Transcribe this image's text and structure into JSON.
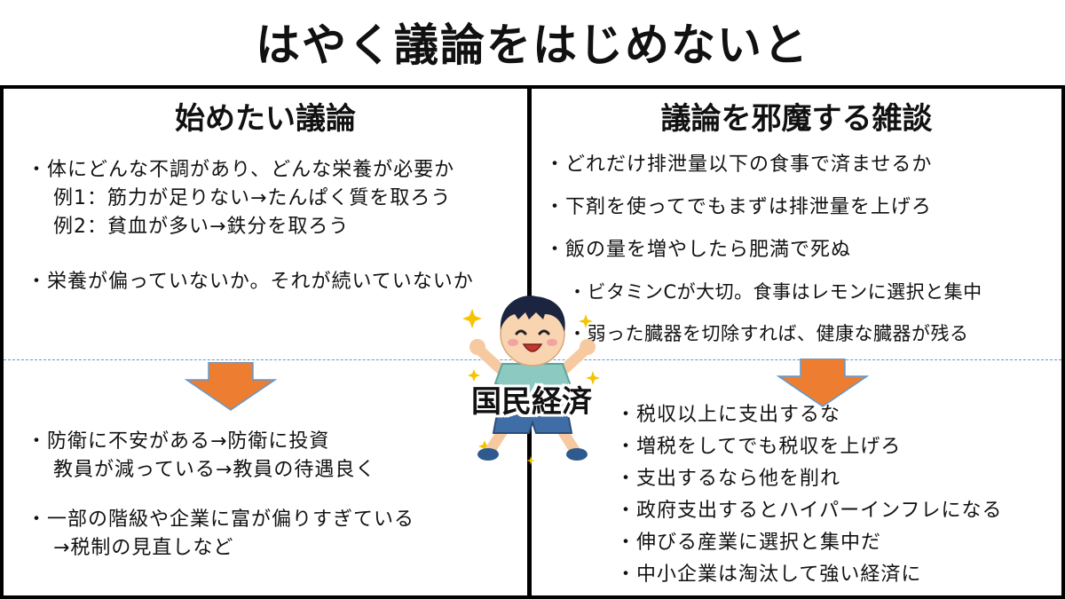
{
  "title": "はやく議論をはじめないと",
  "left": {
    "heading": "始めたい議論",
    "top_lines": [
      "・体にどんな不調があり、どんな栄養が必要か",
      "例1：筋力が足りない→たんぱく質を取ろう",
      "例2：貧血が多い→鉄分を取ろう",
      "・栄養が偏っていないか。それが続いていないか"
    ],
    "bottom_lines": [
      "・防衛に不安がある→防衛に投資",
      "教員が減っている→教員の待遇良く",
      "・一部の階級や企業に富が偏りすぎている",
      "→税制の見直しなど"
    ]
  },
  "right": {
    "heading": "議論を邪魔する雑談",
    "top_lines": [
      "・どれだけ排泄量以下の食事で済ませるか",
      "・下剤を使ってでもまずは排泄量を上げろ",
      "・飯の量を増やしたら肥満で死ぬ",
      "・ビタミンCが大切。食事はレモンに選択と集中",
      "・弱った臓器を切除すれば、健康な臓器が残る"
    ],
    "bottom_lines": [
      "・税収以上に支出するな",
      "・増税をしてでも税収を上げろ",
      "・支出するなら他を削れ",
      "・政府支出するとハイパーインフレになる",
      "・伸びる産業に選択と集中だ",
      "・中小企業は淘汰して強い経済に"
    ]
  },
  "center_label": "国民経済",
  "colors": {
    "arrow": "#ed7d31",
    "divider": "#5b9bd5",
    "frame": "#000000"
  },
  "icons": {
    "arrow": "down-arrow-icon",
    "mascot": "boy-mascot-icon"
  }
}
